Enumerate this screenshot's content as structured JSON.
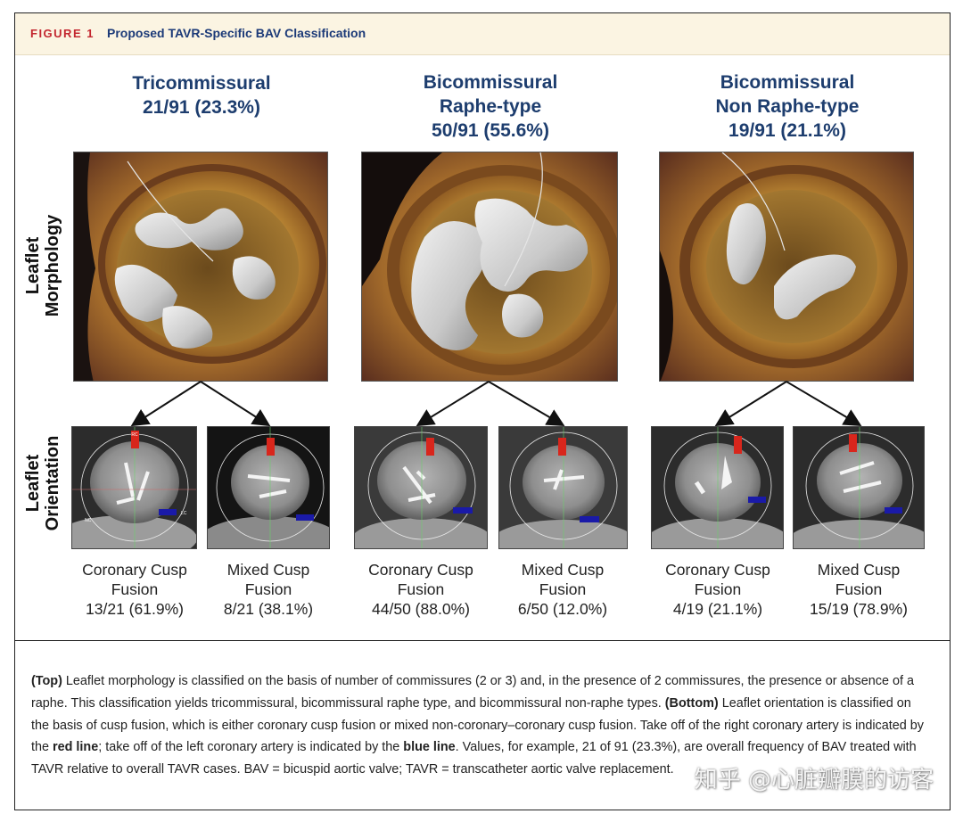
{
  "figure": {
    "label": "FIGURE 1",
    "title": "Proposed TAVR-Specific BAV Classification"
  },
  "row_labels": {
    "morphology": [
      "Leaflet",
      "Morphology"
    ],
    "orientation": [
      "Leaflet",
      "Orientation"
    ]
  },
  "columns": [
    {
      "title": [
        "",
        "Tricommissural",
        "21/91 (23.3%)"
      ],
      "subtypes": [
        {
          "name": [
            "Coronary Cusp",
            "Fusion"
          ],
          "count": "13/21 (61.9%)"
        },
        {
          "name": [
            "Mixed Cusp",
            "Fusion"
          ],
          "count": "8/21 (38.1%)"
        }
      ]
    },
    {
      "title": [
        "Bicommissural",
        "Raphe-type",
        "50/91 (55.6%)"
      ],
      "subtypes": [
        {
          "name": [
            "Coronary Cusp",
            "Fusion"
          ],
          "count": "44/50 (88.0%)"
        },
        {
          "name": [
            "Mixed Cusp",
            "Fusion"
          ],
          "count": "6/50 (12.0%)"
        }
      ]
    },
    {
      "title": [
        "Bicommissural",
        "Non Raphe-type",
        "19/91 (21.1%)"
      ],
      "subtypes": [
        {
          "name": [
            "Coronary Cusp",
            "Fusion"
          ],
          "count": "4/19 (21.1%)"
        },
        {
          "name": [
            "Mixed Cusp",
            "Fusion"
          ],
          "count": "15/19 (78.9%)"
        }
      ]
    }
  ],
  "ct_markers": {
    "rc": "RC",
    "lc": "LC",
    "nc": "NC"
  },
  "caption": {
    "top_label": "(Top)",
    "top_text": " Leaflet morphology is classified on the basis of number of commissures (2 or 3) and, in the presence of 2 commissures, the presence or absence of a raphe. This classification yields tricommissural, bicommissural raphe type, and bicommissural non-raphe types. ",
    "bottom_label": "(Bottom)",
    "bottom_text": " Leaflet orientation is classified on the basis of cusp fusion, which is either coronary cusp fusion or mixed non-coronary–coronary cusp fusion. Take off of the right coronary artery is indicated by the ",
    "red_label": "red line",
    "mid_text": "; take off of the left coronary artery is indicated by the ",
    "blue_label": "blue line",
    "end_text": ". Values, for example, 21 of 91 (23.3%), are overall frequency of BAV treated with TAVR relative to overall TAVR cases. BAV = bicuspid aortic valve; TAVR = transcatheter aortic valve replacement."
  },
  "watermark": "知乎 @心脏瓣膜的访客",
  "colors": {
    "figure_label": "#c3262f",
    "figure_title": "#1c3a78",
    "column_title": "#1d3d6e",
    "header_bg": "#fbf4e2",
    "red_marker": "#d8261c",
    "blue_marker": "#1a1aa8",
    "tissue": "#c9963a"
  }
}
